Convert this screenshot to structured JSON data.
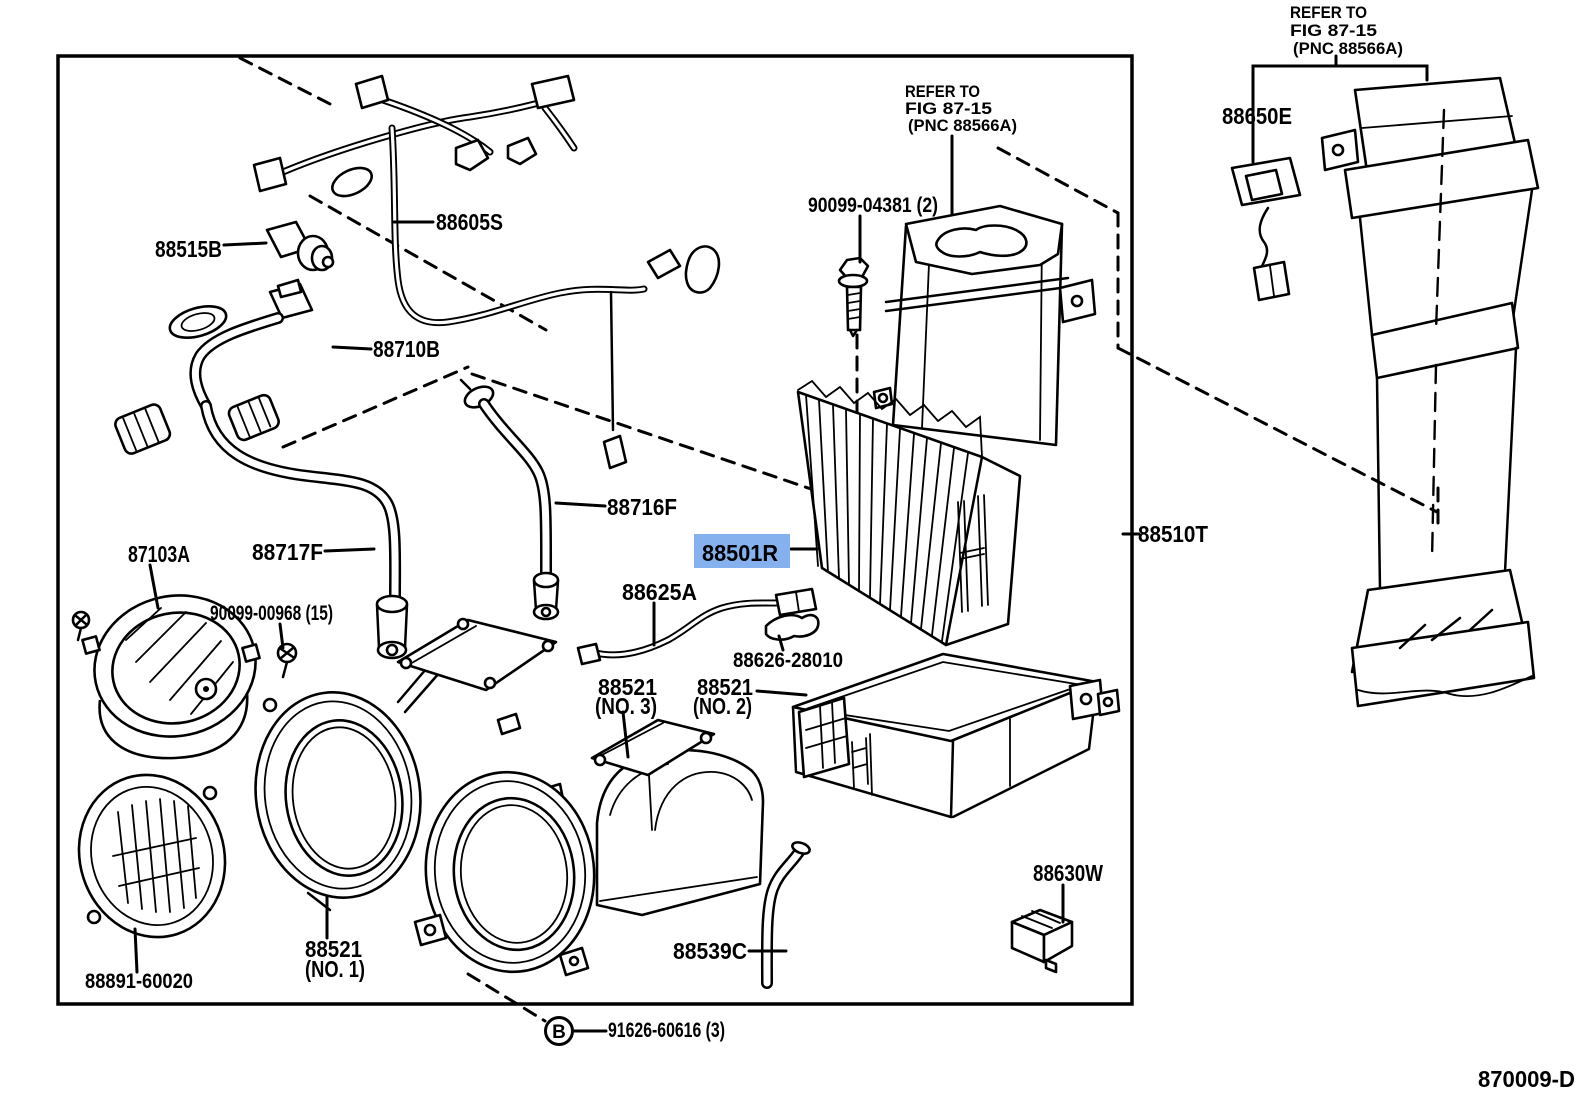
{
  "diagram": {
    "figure_code": "870009-D",
    "marker_b": "B",
    "highlight_color": "#85B2EE",
    "highlight_text_color": "#0F357F",
    "refer_note_right": {
      "line1": "REFER TO",
      "line2": "FIG 87-15",
      "line3": "(PNC 88566A)"
    },
    "refer_note_mid": {
      "line1": "REFER TO",
      "line2": "FIG 87-15",
      "line3": "(PNC 88566A)"
    },
    "labels": {
      "harness": "88605S",
      "servo": "88515B",
      "tube": "88710B",
      "pipe_front": "88716F",
      "pipe_rear": "88717F",
      "blower_motor": "87103A",
      "screw_blower": "90099-00968 (15)",
      "bolt_case": "90099-04381 (2)",
      "resistor": "88650E",
      "evaporator": "88501R",
      "thermistor": "88625A",
      "clamp": "88626-28010",
      "unit": "88510T",
      "case_no1_line1": "88521",
      "case_no1_line2": "(NO. 1)",
      "case_no2_line1": "88521",
      "case_no2_line2": "(NO. 2)",
      "case_no3_line1": "88521",
      "case_no3_line2": "(NO. 3)",
      "grille": "88891-60020",
      "drain_hose": "88539C",
      "relay": "88630W",
      "screw_b": "91626-60616 (3)"
    }
  }
}
